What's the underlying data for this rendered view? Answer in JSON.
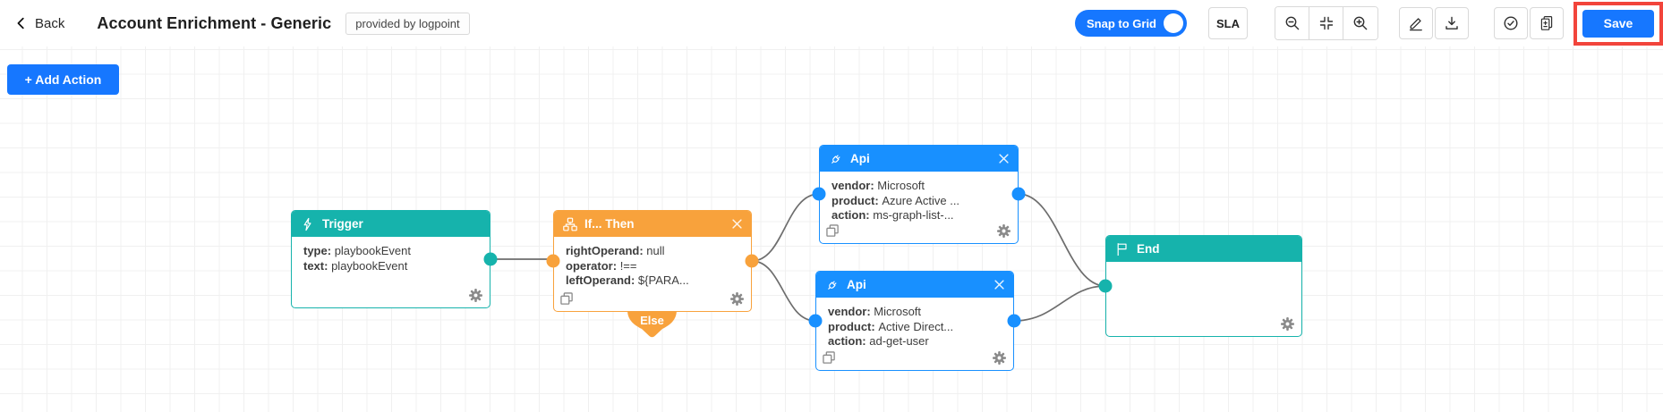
{
  "header": {
    "back_label": "Back",
    "title": "Account Enrichment - Generic",
    "badge": "provided by logpoint",
    "snap_to_grid": {
      "label": "Snap to Grid",
      "state": "on"
    },
    "sla_label": "SLA",
    "toolbar_icons": [
      "zoom-out",
      "fit-view",
      "zoom-in",
      "pencil",
      "download",
      "check-circle",
      "document-plus-minus"
    ],
    "save_label": "Save",
    "save_highlighted": true
  },
  "canvas": {
    "add_action_label": "+ Add Action",
    "grid": "on"
  },
  "nodes": [
    {
      "id": "trigger",
      "type": "trigger",
      "title": "Trigger",
      "icon": "lightning-icon",
      "lines": [
        {
          "key": "type",
          "value": "playbookEvent"
        },
        {
          "key": "text",
          "value": "playbookEvent"
        }
      ]
    },
    {
      "id": "if-then",
      "type": "condition",
      "title": "If... Then",
      "icon": "sitemap-icon",
      "else_label": "Else",
      "lines": [
        {
          "key": "rightOperand",
          "value": "null"
        },
        {
          "key": "operator",
          "value": "!=="
        },
        {
          "key": "leftOperand",
          "value": "${PARA..."
        }
      ]
    },
    {
      "id": "api-1",
      "type": "api",
      "title": "Api",
      "icon": "plug-icon",
      "lines": [
        {
          "key": "vendor",
          "value": "Microsoft"
        },
        {
          "key": "product",
          "value": "Azure Active ..."
        },
        {
          "key": "action",
          "value": "ms-graph-list-..."
        }
      ]
    },
    {
      "id": "api-2",
      "type": "api",
      "title": "Api",
      "icon": "plug-icon",
      "lines": [
        {
          "key": "vendor",
          "value": "Microsoft"
        },
        {
          "key": "product",
          "value": "Active Direct..."
        },
        {
          "key": "action",
          "value": "ad-get-user"
        }
      ]
    },
    {
      "id": "end",
      "type": "end",
      "title": "End",
      "icon": "flag-icon",
      "lines": []
    }
  ],
  "connections": [
    {
      "from": "trigger",
      "to": "if-then"
    },
    {
      "from": "if-then",
      "to": "api-1"
    },
    {
      "from": "if-then",
      "to": "api-2"
    },
    {
      "from": "api-1",
      "to": "end"
    },
    {
      "from": "api-2",
      "to": "end"
    }
  ],
  "colors": {
    "primary-blue": "#1677ff",
    "node-blue": "#1890ff",
    "teal": "#16b3ac",
    "orange": "#f8a23c",
    "annotation-red": "#f2443b"
  }
}
